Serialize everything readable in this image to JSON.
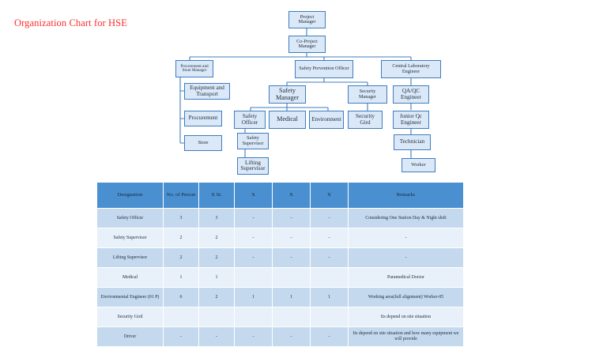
{
  "title": "Organization Chart for HSE",
  "theme": {
    "title_color": "#ff2b2b",
    "node_fill": "#dbe8f7",
    "node_border": "#3f7cc0",
    "table_header_bg": "#4a90d0",
    "table_row_dark": "#c5d9ee",
    "table_row_light": "#e8f0f9"
  },
  "org_chart": {
    "nodes": [
      {
        "id": "project-manager",
        "label": "Project Manager"
      },
      {
        "id": "co-project-manager",
        "label": "Co-Project Manager"
      },
      {
        "id": "procurement-store-manager",
        "label": "Procurement and Store Manager"
      },
      {
        "id": "safety-prevention-officer",
        "label": "Safety Prevention Officer"
      },
      {
        "id": "central-laboratory-engineer",
        "label": "Central Laboratory Engineer"
      },
      {
        "id": "equipment-and-transport",
        "label": "Equipment and Transport"
      },
      {
        "id": "safety-manager",
        "label": "Safety Manager"
      },
      {
        "id": "security-manager",
        "label": "Security Manager"
      },
      {
        "id": "qa-qc-engineer",
        "label": "QA/QC Engineer"
      },
      {
        "id": "procurement",
        "label": "Procurement"
      },
      {
        "id": "safety-officer",
        "label": "Safety Officer"
      },
      {
        "id": "medical",
        "label": "Medical"
      },
      {
        "id": "environment",
        "label": "Environment"
      },
      {
        "id": "security-gird",
        "label": "Security Gird"
      },
      {
        "id": "junior-qc-engineer",
        "label": "Junior Qc Engineer"
      },
      {
        "id": "store",
        "label": "Store"
      },
      {
        "id": "safety-supervisor",
        "label": "Safety Supervisor"
      },
      {
        "id": "technician",
        "label": "Technician"
      },
      {
        "id": "lifting-supervisor",
        "label": "Lifting Supervisor"
      },
      {
        "id": "worker",
        "label": "Worker"
      }
    ]
  },
  "table": {
    "headers": [
      "Designation",
      "No. of Person",
      "X St.",
      "X",
      "X",
      "X",
      "Remarks"
    ],
    "rows": [
      {
        "designation": "Safety Officer",
        "no_of_person": "3",
        "x_st": "3",
        "x1": "-",
        "x2": "-",
        "x3": "-",
        "remarks": "Considering One Station Day & Night shift"
      },
      {
        "designation": "Safety Supervisor",
        "no_of_person": "2",
        "x_st": "2",
        "x1": "-",
        "x2": "-",
        "x3": "-",
        "remarks": "-"
      },
      {
        "designation": "Lifting Supervisor",
        "no_of_person": "2",
        "x_st": "2",
        "x1": "-",
        "x2": "-",
        "x3": "-",
        "remarks": "-"
      },
      {
        "designation": "Medical",
        "no_of_person": "1",
        "x_st": "1",
        "x1": "",
        "x2": "",
        "x3": "",
        "remarks": "Paramedical Doctor"
      },
      {
        "designation": "Environmental Engineer (01 P)",
        "no_of_person": "6",
        "x_st": "2",
        "x1": "1",
        "x2": "1",
        "x3": "1",
        "remarks": "Working area(full alignment) Worker-05"
      },
      {
        "designation": "Security Gird",
        "no_of_person": "",
        "x_st": "",
        "x1": "",
        "x2": "",
        "x3": "",
        "remarks": "Its depend on site situation"
      },
      {
        "designation": "Driver",
        "no_of_person": "-",
        "x_st": "-",
        "x1": "-",
        "x2": "-",
        "x3": "-",
        "remarks": "Its depend on site situation and how many equipment we will provide"
      }
    ]
  }
}
